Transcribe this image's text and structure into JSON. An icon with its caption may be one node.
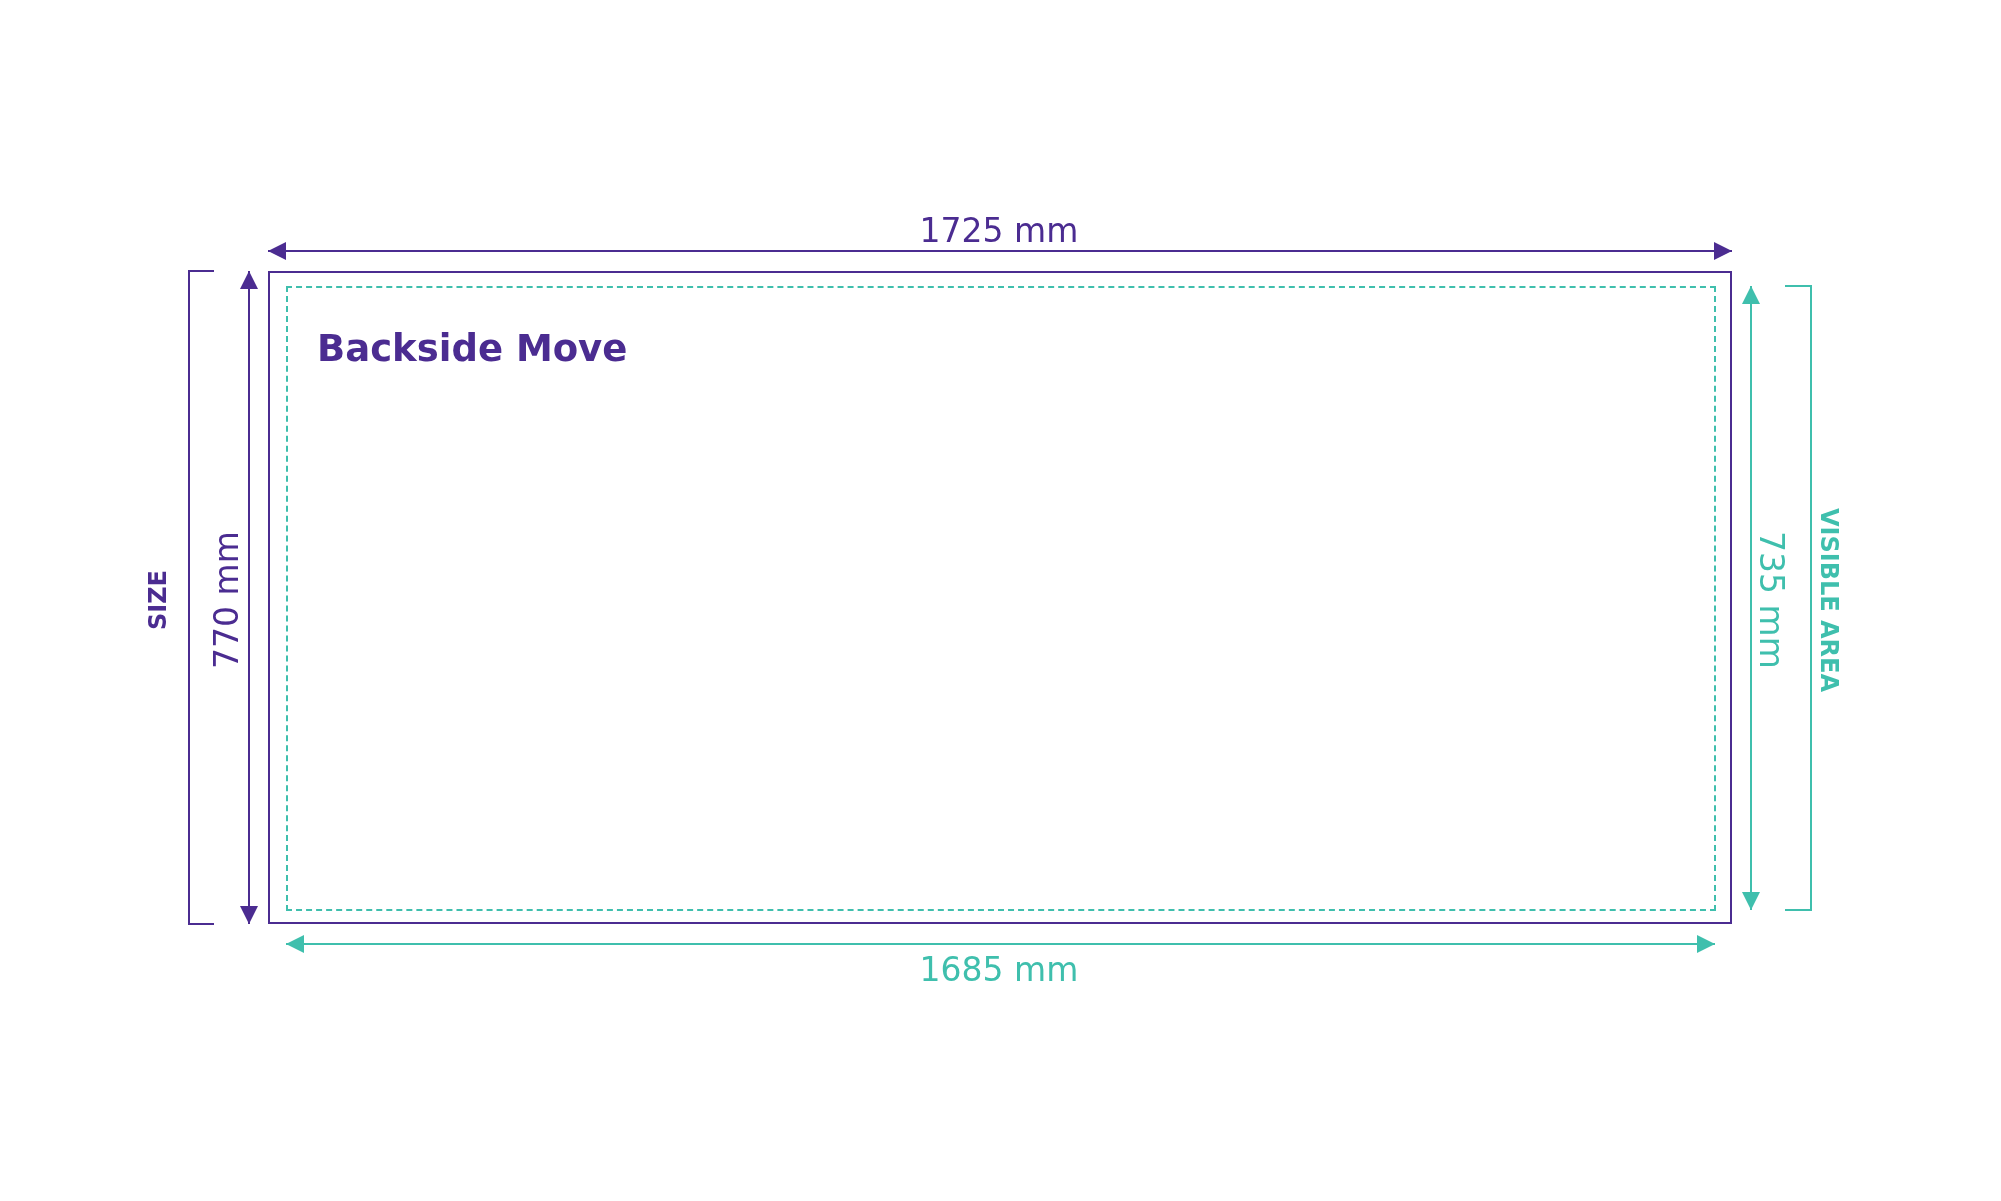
{
  "diagram": {
    "nodes": [
      {
        "text": [],
        "shape": "box"
      },
      {
        "text": [
          "Backside Move"
        ],
        "in": 0
      }
    ],
    "labels": [
      "1725 mm",
      "SIZE",
      "770 mm",
      "735 mm",
      "VISIBLE AREA",
      "1685 mm"
    ]
  }
}
